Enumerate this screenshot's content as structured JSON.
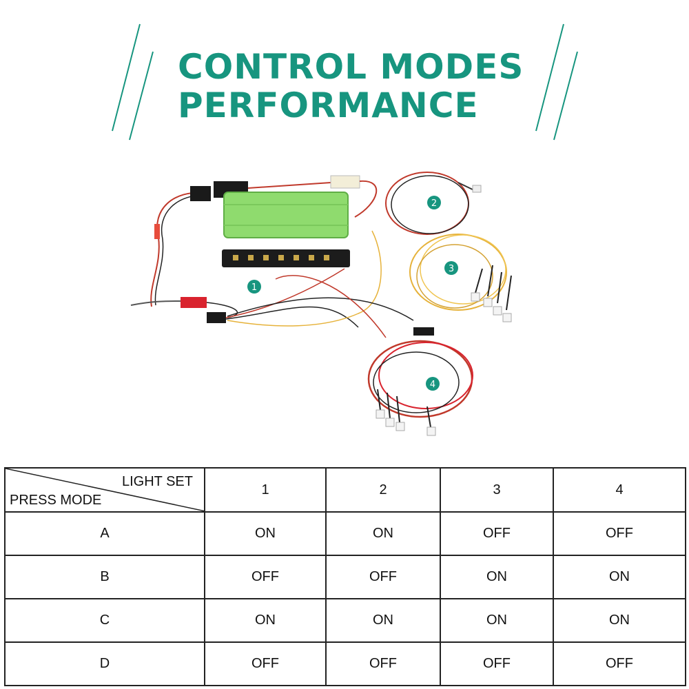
{
  "header": {
    "title_line1": "CONTROL MODES",
    "title_line2": "PERFORMANCE",
    "accent_color": "#17957f"
  },
  "photo": {
    "labels": [
      "1",
      "2",
      "3",
      "4"
    ]
  },
  "table": {
    "corner_top": "LIGHT SET",
    "corner_bottom": "PRESS MODE",
    "columns": [
      "1",
      "2",
      "3",
      "4"
    ],
    "rows": [
      {
        "mode": "A",
        "cells": [
          "ON",
          "ON",
          "OFF",
          "OFF"
        ]
      },
      {
        "mode": "B",
        "cells": [
          "OFF",
          "OFF",
          "ON",
          "ON"
        ]
      },
      {
        "mode": "C",
        "cells": [
          "ON",
          "ON",
          "ON",
          "ON"
        ]
      },
      {
        "mode": "D",
        "cells": [
          "OFF",
          "OFF",
          "OFF",
          "OFF"
        ]
      }
    ]
  }
}
